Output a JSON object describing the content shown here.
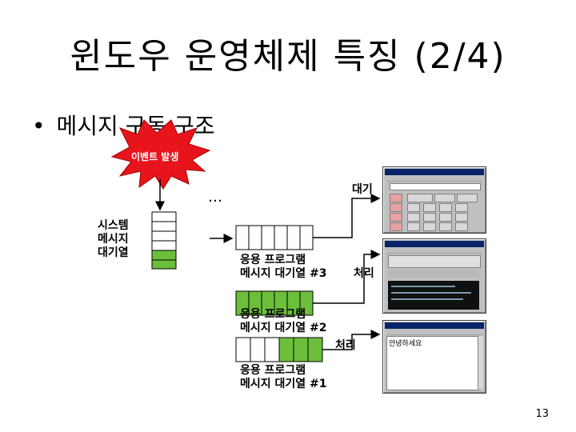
{
  "slide": {
    "title": "윈도우 운영체제 특징 (2/4)",
    "bullet": "메시지 구동 구조",
    "page_number": "13"
  },
  "diagram": {
    "event_label": "이벤트 발생",
    "ellipsis": "…",
    "system_queue_label": [
      "시스템",
      "메시지",
      "대기열"
    ],
    "queue3_label": [
      "응용 프로그램",
      "메시지 대기열 #3"
    ],
    "queue2_label": [
      "응용 프로그램",
      "메시지 대기열 #2"
    ],
    "queue1_label": [
      "응용 프로그램",
      "메시지 대기열 #1"
    ],
    "state_wait": "대기",
    "state_process_1": "처리",
    "state_process_2": "처리",
    "notepad_text": "안녕하세요",
    "colors": {
      "queue_fill": "#6bbf3a",
      "burst": "#e8141c",
      "burst_edge": "#a00000"
    }
  }
}
